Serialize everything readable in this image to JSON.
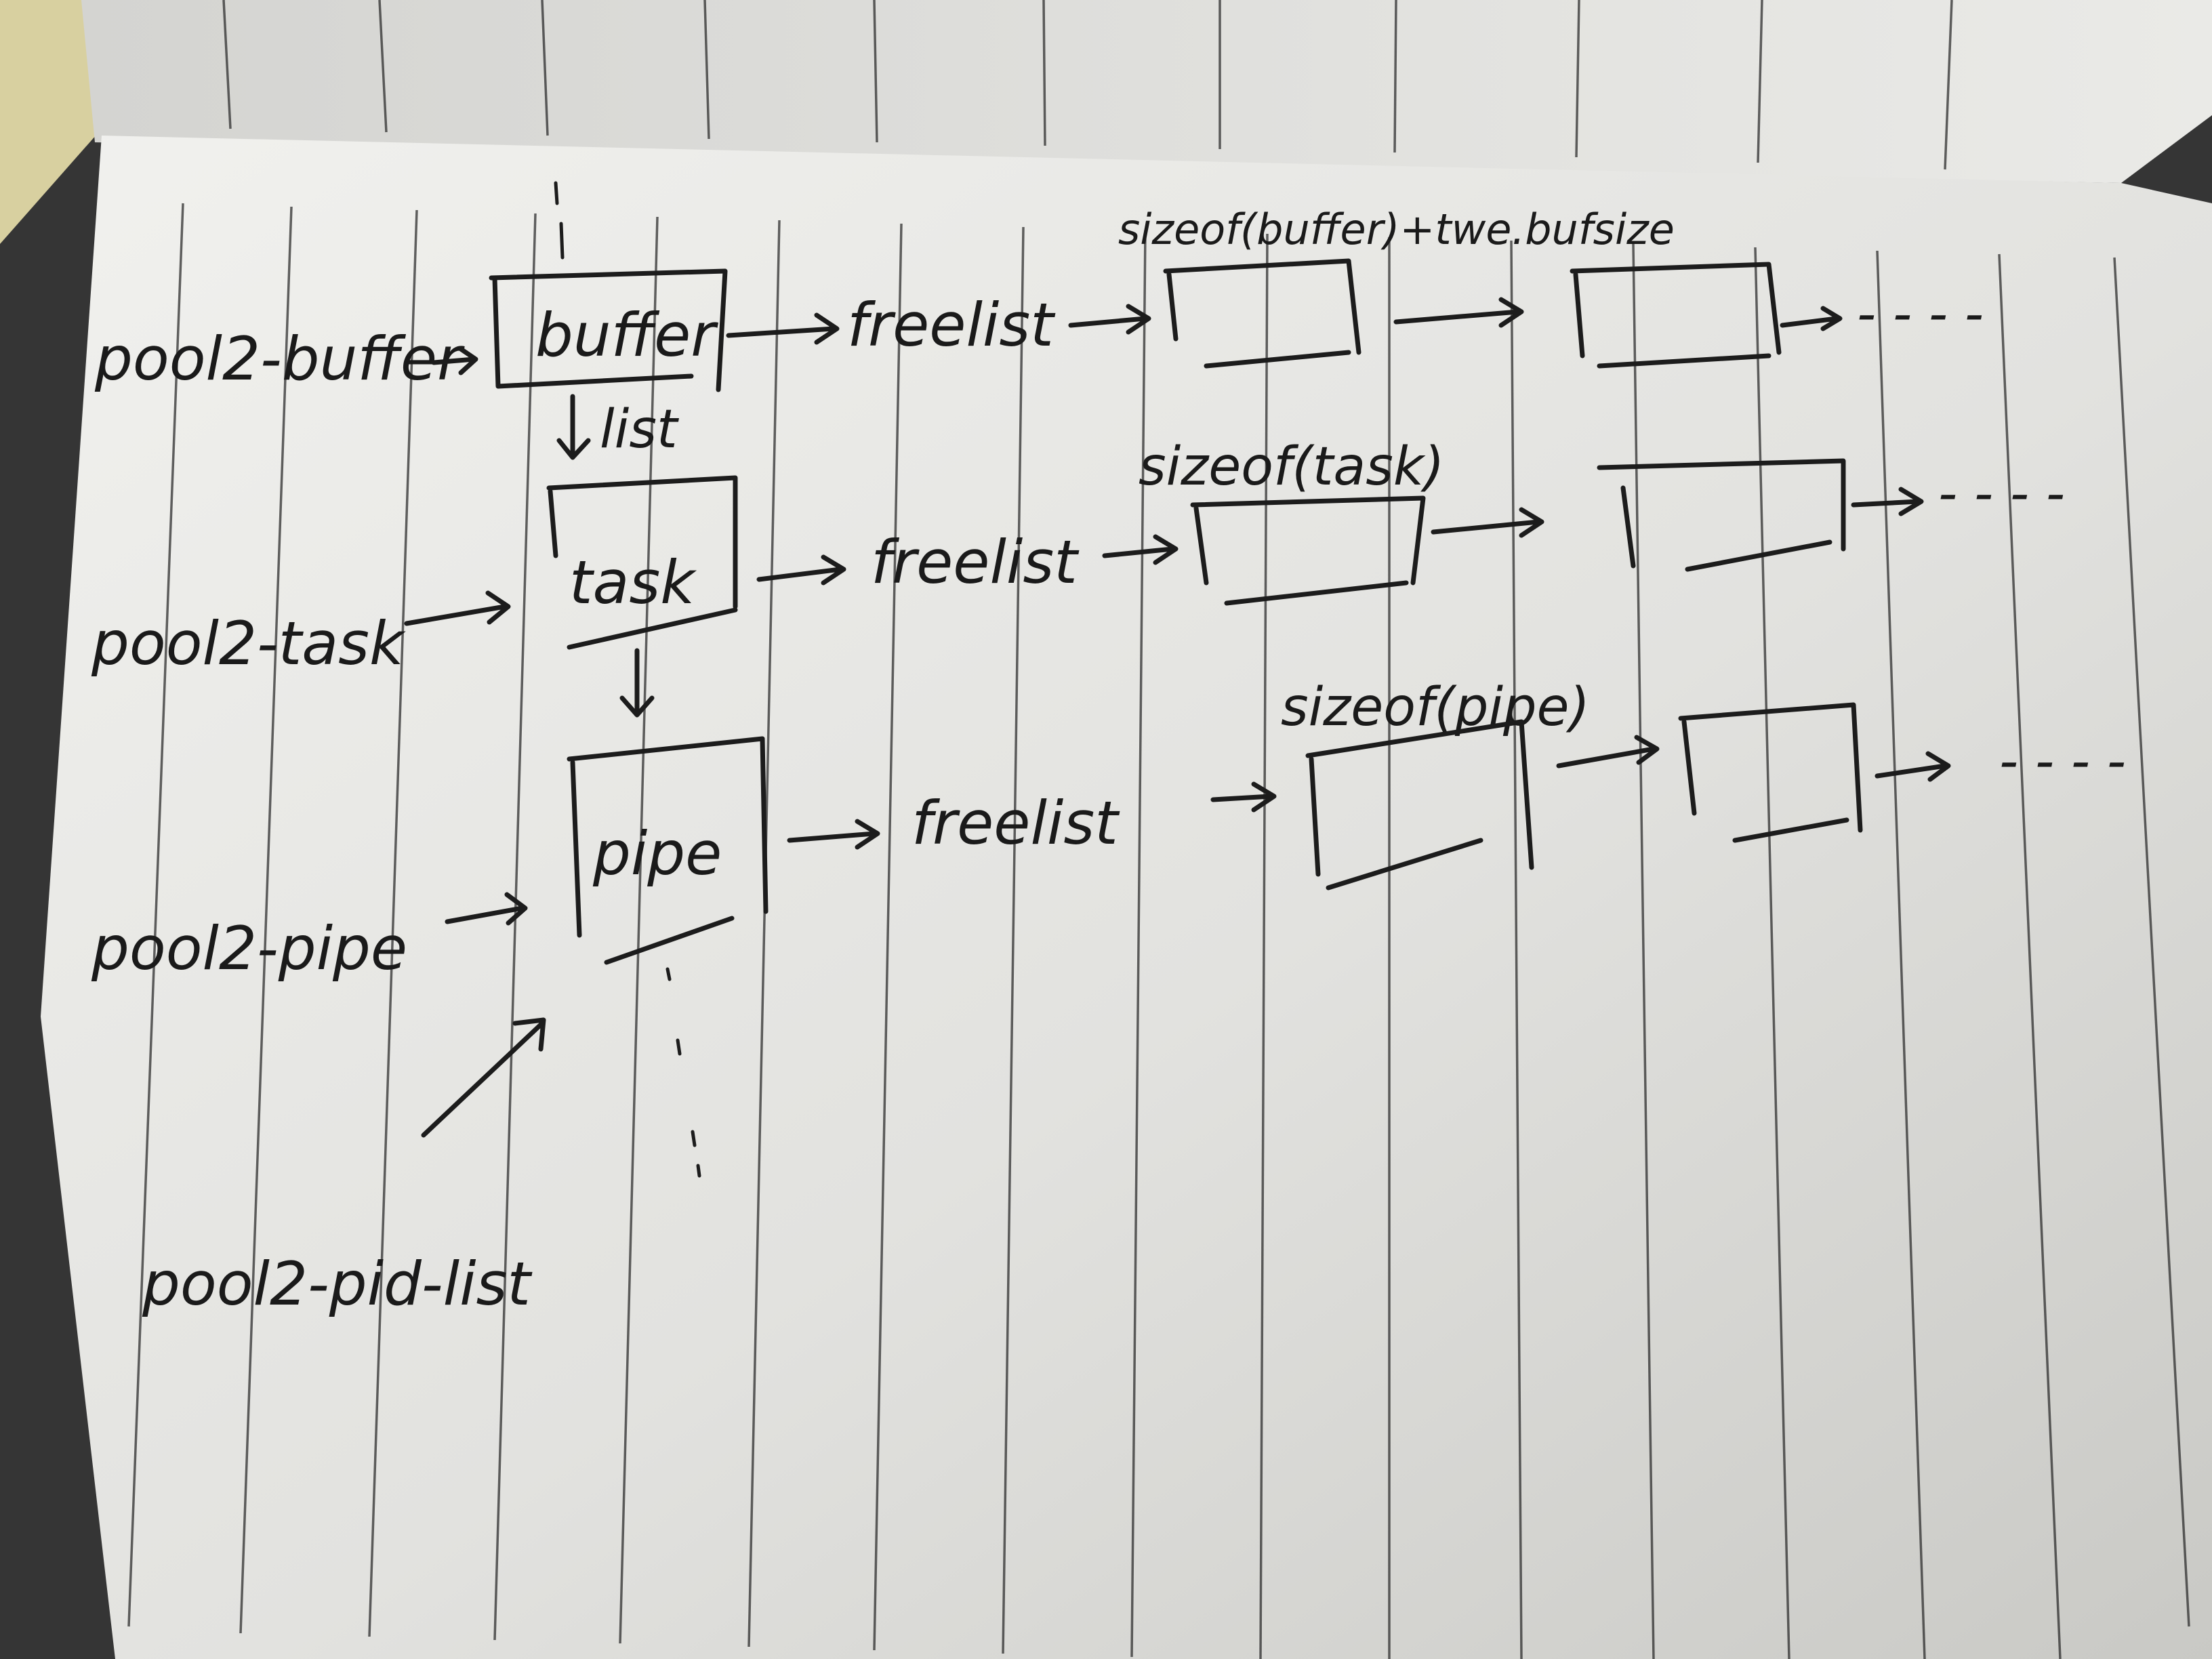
{
  "labels": {
    "pool_buffer": "pool2-buffer",
    "pool_task": "pool2-task",
    "pool_pipe": "pool2-pipe",
    "pool_pid_list": "pool2-pid-list",
    "list": "list",
    "ellipsis": "- - - -"
  },
  "nodes": {
    "buffer": "buffer",
    "task": "task",
    "pipe": "pipe"
  },
  "freelists": {
    "buffer": "freelist",
    "task": "freelist",
    "pipe": "freelist"
  },
  "sizes": {
    "buffer": "sizeof(buffer)+twe.bufsize",
    "task": "sizeof(task)",
    "pipe": "sizeof(pipe)"
  },
  "colors": {
    "ink": "#1c1c1c",
    "paper": "#e9e9e6",
    "background": "#3a3a3a",
    "sticky_note": "#d8d0a0"
  }
}
